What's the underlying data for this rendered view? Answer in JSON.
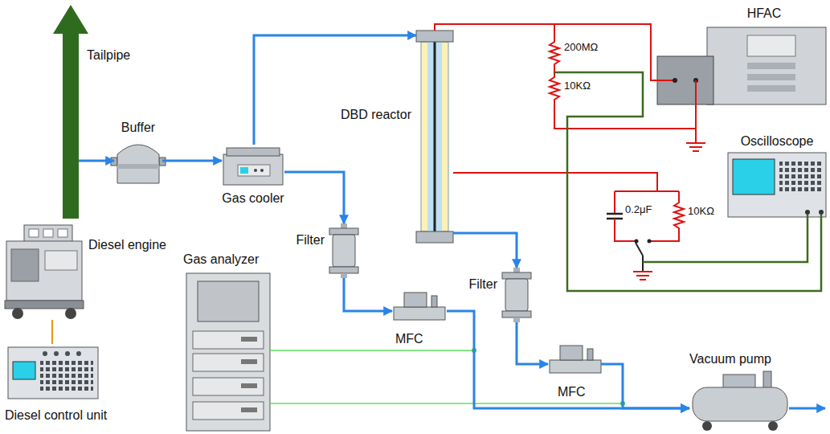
{
  "diagram": {
    "nodes": [
      {
        "text": [
          "Buffer"
        ]
      },
      {
        "text": [
          "Gas cooler"
        ]
      },
      {
        "text": [
          "DBD reactor"
        ]
      },
      {
        "text": [
          "HFAC"
        ]
      },
      {
        "text": [
          "Oscilloscope"
        ]
      },
      {
        "text": [
          "Diesel engine"
        ]
      },
      {
        "text": [
          "Filter"
        ]
      },
      {
        "text": [
          "Filter"
        ]
      },
      {
        "text": [
          "Gas analyzer"
        ]
      },
      {
        "text": [
          "MFC"
        ]
      },
      {
        "text": [
          "MFC"
        ]
      },
      {
        "text": [
          "Vacuum pump"
        ]
      },
      {
        "text": [
          "Diesel control unit"
        ]
      }
    ],
    "edges": [
      {
        "from": 5,
        "to": 0,
        "arrow": "to"
      },
      {
        "from": 0,
        "to": 1,
        "arrow": "to"
      },
      {
        "from": 1,
        "to": 2,
        "arrow": "to"
      },
      {
        "from": 1,
        "to": 6,
        "arrow": "to"
      },
      {
        "from": 6,
        "to": 9,
        "arrow": "to"
      },
      {
        "from": 9,
        "to": 11,
        "arrow": "to"
      },
      {
        "from": 2,
        "to": 7,
        "arrow": "to"
      },
      {
        "from": 7,
        "to": 10,
        "arrow": "to"
      },
      {
        "from": 10,
        "to": 11,
        "arrow": "to"
      },
      {
        "from": 12,
        "to": 5,
        "arrow": "none"
      },
      {
        "from": 2,
        "to": 3,
        "arrow": "none"
      }
    ],
    "labels": [
      "Tailpipe",
      "200MΩ",
      "10KΩ",
      "0.2μF",
      "10KΩ"
    ]
  }
}
